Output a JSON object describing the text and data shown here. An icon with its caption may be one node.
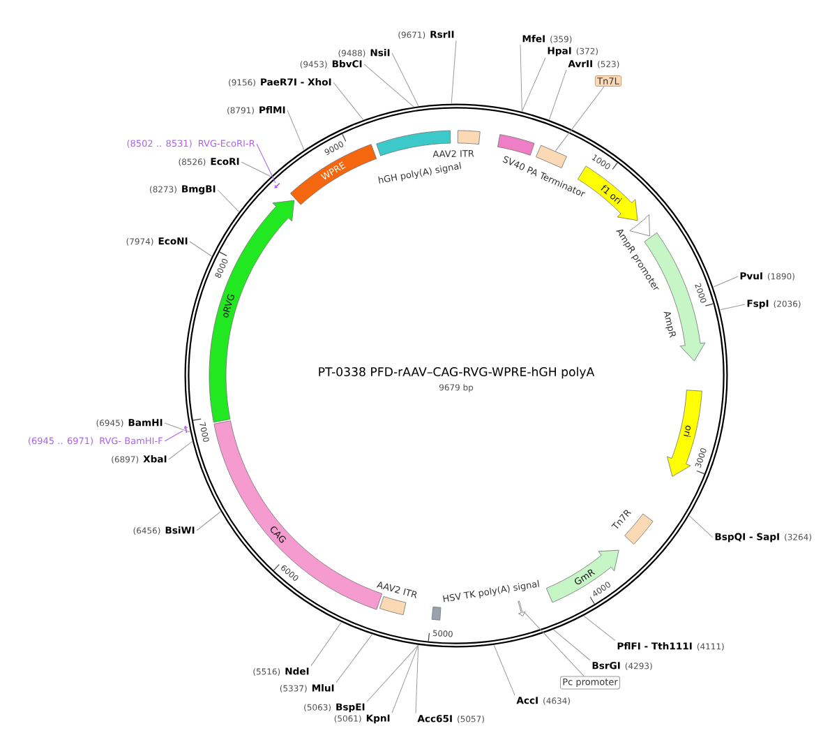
{
  "diagram": {
    "title": "PT-0338 PFD-rAAV–CAG-RVG-WPRE-hGH polyA",
    "nodes": [
      {
        "text": [],
        "shape": "circle"
      },
      {
        "text": [
          "AAV2 ITR"
        ],
        "in": 0
      },
      {
        "text": [
          "SV40 PA Terminator"
        ],
        "in": 0
      },
      {
        "text": [],
        "shape": "box",
        "in": 0
      },
      {
        "text": [
          "f1 ori"
        ],
        "in": 0
      },
      {
        "text": [
          "AmpR promoter"
        ],
        "in": 0
      },
      {
        "text": [
          "AmpR"
        ],
        "in": 0
      },
      {
        "text": [
          "ori"
        ],
        "in": 0
      },
      {
        "text": [
          "Tn7R"
        ],
        "in": 0
      },
      {
        "text": [
          "GmR"
        ],
        "in": 0
      },
      {
        "text": [],
        "shape": "arrow",
        "in": 0
      },
      {
        "text": [
          "HSV TK poly(A) signal"
        ],
        "in": 0
      },
      {
        "text": [
          "AAV2 ITR"
        ],
        "in": 0
      },
      {
        "text": [
          "CAG"
        ],
        "in": 0
      },
      {
        "text": [],
        "shape": "arrow",
        "in": 0
      },
      {
        "text": [
          "oRVG"
        ],
        "in": 0
      },
      {
        "text": [],
        "shape": "arrow",
        "in": 0
      },
      {
        "text": [
          "WPRE"
        ],
        "in": 0
      },
      {
        "text": [
          "hGH poly(A) signal"
        ],
        "in": 0
      },
      {
        "text": [
          "Tn7L"
        ]
      },
      {
        "text": [
          "Pc promoter"
        ]
      },
      {
        "text": [
          "(8502 .. 8531)",
          "RVG-EcoRI-R"
        ]
      },
      {
        "text": [
          "(6945 .. 6971)",
          "RVG- BamHI-F"
        ]
      },
      {
        "text": [
          "MfeI",
          "(359)"
        ]
      },
      {
        "text": [
          "HpaI",
          "(372)"
        ]
      },
      {
        "text": [
          "AvrII",
          "(523)"
        ]
      },
      {
        "text": [
          "PvuI",
          "(1890)"
        ]
      },
      {
        "text": [
          "FspI",
          "(2036)"
        ]
      },
      {
        "text": [
          "BspQI - SapI",
          "(3264)"
        ]
      },
      {
        "text": [
          "PflFI - Tth111I",
          "(4111)"
        ]
      },
      {
        "text": [
          "BsrGI",
          "(4293)"
        ]
      },
      {
        "text": [
          "AccI",
          "(4634)"
        ]
      },
      {
        "text": [
          "Acc65I",
          "(5057)"
        ]
      },
      {
        "text": [
          "(5061)",
          "KpnI"
        ]
      },
      {
        "text": [
          "(5063)",
          "BspEI"
        ]
      },
      {
        "text": [
          "(5337)",
          "MluI"
        ]
      },
      {
        "text": [
          "(5516)",
          "NdeI"
        ]
      },
      {
        "text": [
          "(6456)",
          "BsiWI"
        ]
      },
      {
        "text": [
          "(6897)",
          "XbaI"
        ]
      },
      {
        "text": [
          "(6945)",
          "BamHI"
        ]
      },
      {
        "text": [
          "(7974)",
          "EcoNI"
        ]
      },
      {
        "text": [
          "(8273)",
          "BmgBI"
        ]
      },
      {
        "text": [
          "(8526)",
          "EcoRI"
        ]
      },
      {
        "text": [
          "(8791)",
          "PflMI"
        ]
      },
      {
        "text": [
          "(9156)",
          "PaeR7I - XhoI"
        ]
      },
      {
        "text": [
          "(9453)",
          "BbvCI"
        ]
      },
      {
        "text": [
          "(9488)",
          "NsiI"
        ]
      },
      {
        "text": [
          "(9671)",
          "RsrII"
        ]
      }
    ],
    "edges": [
      {
        "from": 19,
        "to": 3,
        "arrow": "none"
      },
      {
        "from": 20,
        "to": 10,
        "arrow": "none"
      },
      {
        "from": 21,
        "to": 16,
        "arrow": "none",
        "color": "#b15ef0"
      },
      {
        "from": 22,
        "to": 14,
        "arrow": "none",
        "color": "#b15ef0"
      },
      {
        "from": 23,
        "to": 0,
        "arrow": "none"
      },
      {
        "from": 24,
        "to": 0,
        "arrow": "none"
      },
      {
        "from": 25,
        "to": 0,
        "arrow": "none"
      },
      {
        "from": 26,
        "to": 0,
        "arrow": "none"
      },
      {
        "from": 27,
        "to": 0,
        "arrow": "none"
      },
      {
        "from": 28,
        "to": 0,
        "arrow": "none"
      },
      {
        "from": 29,
        "to": 0,
        "arrow": "none"
      },
      {
        "from": 30,
        "to": 0,
        "arrow": "none"
      },
      {
        "from": 31,
        "to": 0,
        "arrow": "none"
      },
      {
        "from": 32,
        "to": 0,
        "arrow": "none"
      },
      {
        "from": 33,
        "to": 0,
        "arrow": "none"
      },
      {
        "from": 34,
        "to": 0,
        "arrow": "none"
      },
      {
        "from": 35,
        "to": 0,
        "arrow": "none"
      },
      {
        "from": 36,
        "to": 0,
        "arrow": "none"
      },
      {
        "from": 37,
        "to": 0,
        "arrow": "none"
      },
      {
        "from": 38,
        "to": 0,
        "arrow": "none"
      },
      {
        "from": 39,
        "to": 0,
        "arrow": "none"
      },
      {
        "from": 40,
        "to": 0,
        "arrow": "none"
      },
      {
        "from": 41,
        "to": 0,
        "arrow": "none"
      },
      {
        "from": 42,
        "to": 0,
        "arrow": "none"
      },
      {
        "from": 43,
        "to": 0,
        "arrow": "none"
      },
      {
        "from": 44,
        "to": 0,
        "arrow": "none"
      },
      {
        "from": 45,
        "to": 0,
        "arrow": "none"
      },
      {
        "from": 46,
        "to": 0,
        "arrow": "none"
      },
      {
        "from": 47,
        "to": 0,
        "arrow": "none"
      }
    ],
    "labels": [
      "9000",
      "1000",
      "8000",
      "2000",
      "9679 bp",
      "7000",
      "3000",
      "6000",
      "4000",
      "5000"
    ]
  }
}
